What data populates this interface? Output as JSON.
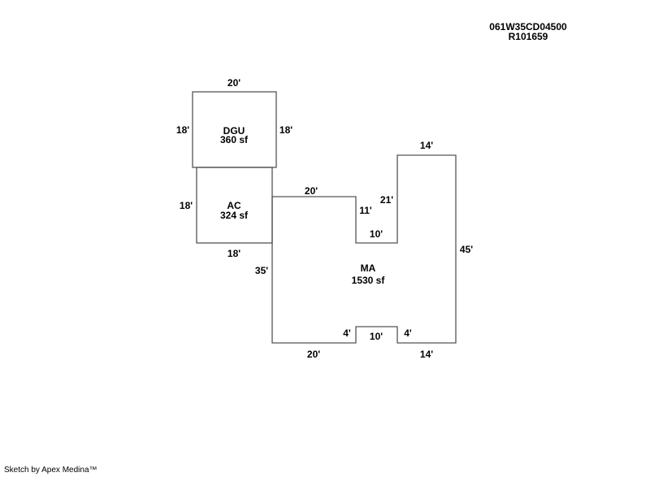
{
  "header": {
    "parcel_id": "061W35CD04500",
    "account": "R101659"
  },
  "footer": "Sketch by Apex Medina™",
  "areas": [
    {
      "code": "DGU",
      "area": "360 sf"
    },
    {
      "code": "AC",
      "area": "324 sf"
    },
    {
      "code": "MA",
      "area": "1530 sf"
    }
  ],
  "dimensions": {
    "dgu_top": "20'",
    "dgu_left": "18'",
    "dgu_right": "18'",
    "ac_left": "18'",
    "ac_bottom": "18'",
    "ma_top_left": "20'",
    "ma_notch_side": "11'",
    "ma_notch_bottom": "10'",
    "ma_wing_left": "21'",
    "ma_wing_top": "14'",
    "ma_right": "45'",
    "ma_left": "35'",
    "ma_bottom_left": "20'",
    "ma_bottom_right": "14'",
    "ma_bay_left": "4'",
    "ma_bay_right": "4'",
    "ma_bay_width": "10'"
  }
}
